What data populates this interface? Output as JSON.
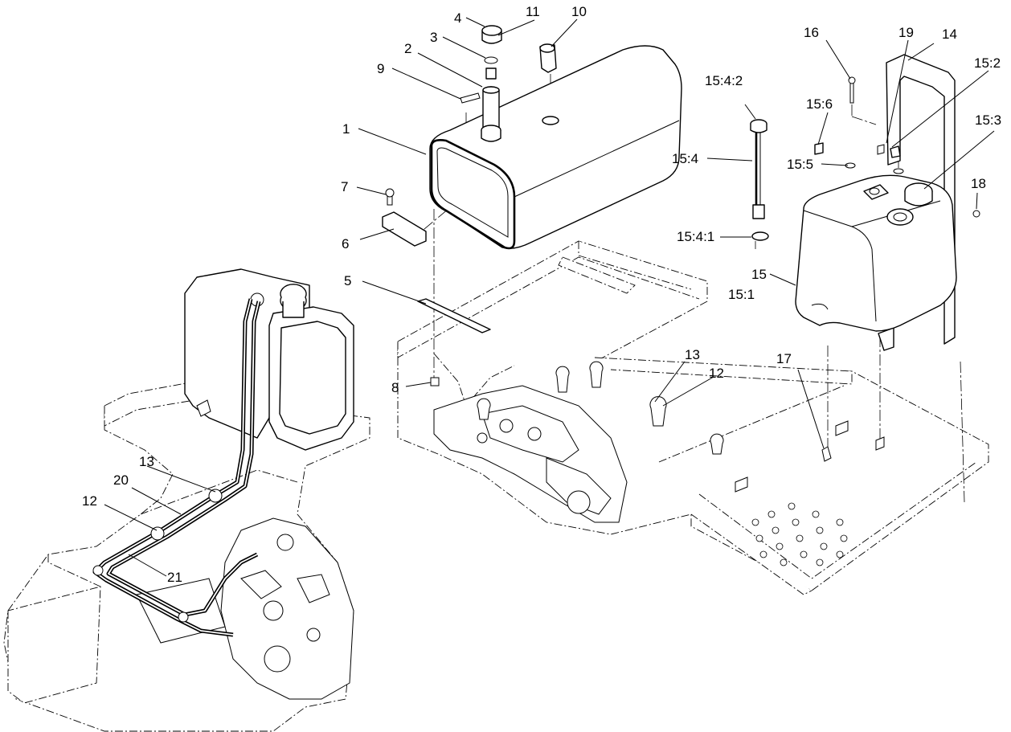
{
  "callouts": [
    {
      "id": "c1",
      "text": "1"
    },
    {
      "id": "c2",
      "text": "2"
    },
    {
      "id": "c3",
      "text": "3"
    },
    {
      "id": "c4",
      "text": "4"
    },
    {
      "id": "c5",
      "text": "5"
    },
    {
      "id": "c6",
      "text": "6"
    },
    {
      "id": "c7",
      "text": "7"
    },
    {
      "id": "c8",
      "text": "8"
    },
    {
      "id": "c9",
      "text": "9"
    },
    {
      "id": "c10",
      "text": "10"
    },
    {
      "id": "c11",
      "text": "11"
    },
    {
      "id": "c12a",
      "text": "12"
    },
    {
      "id": "c12b",
      "text": "12"
    },
    {
      "id": "c13a",
      "text": "13"
    },
    {
      "id": "c13b",
      "text": "13"
    },
    {
      "id": "c14",
      "text": "14"
    },
    {
      "id": "c15",
      "text": "15"
    },
    {
      "id": "c15-1",
      "text": "15:1"
    },
    {
      "id": "c15-2",
      "text": "15:2"
    },
    {
      "id": "c15-3",
      "text": "15:3"
    },
    {
      "id": "c15-4",
      "text": "15:4"
    },
    {
      "id": "c15-4-1",
      "text": "15:4:1"
    },
    {
      "id": "c15-4-2",
      "text": "15:4:2"
    },
    {
      "id": "c15-5",
      "text": "15:5"
    },
    {
      "id": "c15-6",
      "text": "15:6"
    },
    {
      "id": "c16",
      "text": "16"
    },
    {
      "id": "c17",
      "text": "17"
    },
    {
      "id": "c18",
      "text": "18"
    },
    {
      "id": "c19",
      "text": "19"
    },
    {
      "id": "c20",
      "text": "20"
    },
    {
      "id": "c21",
      "text": "21"
    }
  ]
}
